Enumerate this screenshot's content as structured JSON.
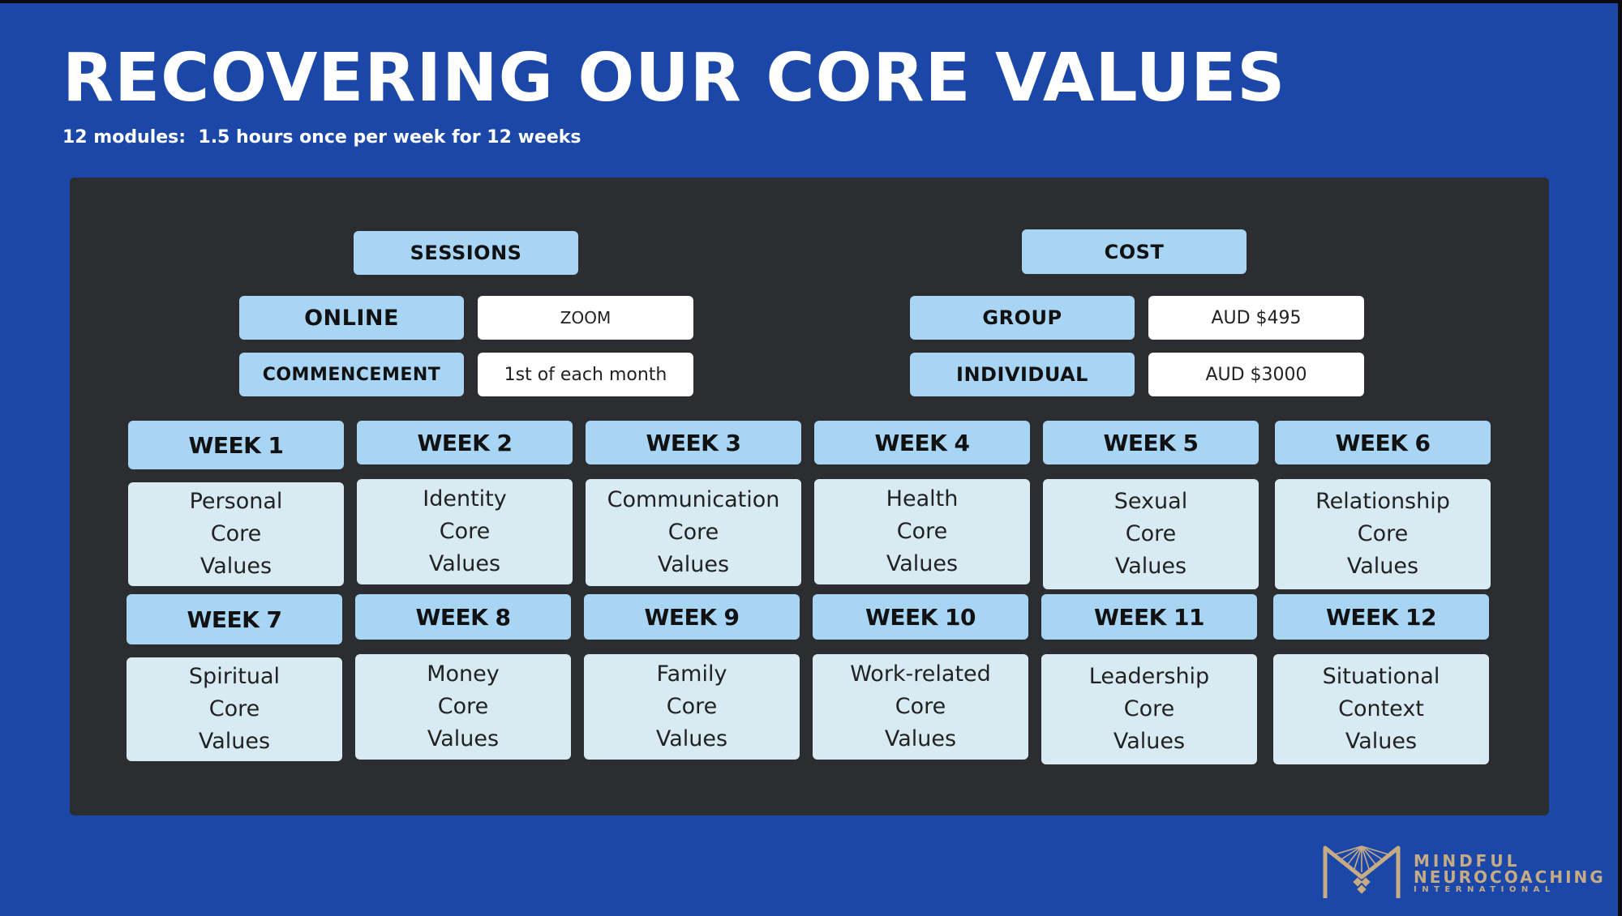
{
  "title": "RECOVERING OUR CORE VALUES",
  "subtitle": "12 modules:  1.5 hours once per week for 12 weeks",
  "sessions": {
    "header": "SESSIONS",
    "online_label": "ONLINE",
    "online_value": "ZOOM",
    "commencement_label": "COMMENCEMENT",
    "commencement_value": "1st of each month"
  },
  "cost": {
    "header": "COST",
    "group_label": "GROUP",
    "group_value": "AUD $495",
    "individual_label": "INDIVIDUAL",
    "individual_value": "AUD $3000"
  },
  "weeks": [
    {
      "label": "WEEK 1",
      "module": "Personal\nCore\nValues"
    },
    {
      "label": "WEEK 2",
      "module": "Identity\nCore\nValues"
    },
    {
      "label": "WEEK 3",
      "module": "Communication\nCore\nValues"
    },
    {
      "label": "WEEK 4",
      "module": "Health\nCore\nValues"
    },
    {
      "label": "WEEK 5",
      "module": "Sexual\nCore\nValues"
    },
    {
      "label": "WEEK 6",
      "module": "Relationship\nCore\nValues"
    },
    {
      "label": "WEEK 7",
      "module": "Spiritual\nCore\nValues"
    },
    {
      "label": "WEEK 8",
      "module": "Money\nCore\nValues"
    },
    {
      "label": "WEEK 9",
      "module": "Family\nCore\nValues"
    },
    {
      "label": "WEEK 10",
      "module": "Work-related\nCore\nValues"
    },
    {
      "label": "WEEK 11",
      "module": "Leadership\nCore\nValues"
    },
    {
      "label": "WEEK 12",
      "module": "Situational\nContext\nValues"
    }
  ],
  "logo": {
    "line1": "MINDFUL",
    "line2": "NEUROCOACHING",
    "line3": "INTERNATIONAL",
    "icon": "mni-logo-icon"
  },
  "colors": {
    "background": "#1b48a8",
    "panel": "#2b2d30",
    "label_fill": "#a9d5f5",
    "module_fill": "#d8ebf3",
    "value_fill": "#ffffff",
    "logo_gold": "#c7ab84"
  }
}
